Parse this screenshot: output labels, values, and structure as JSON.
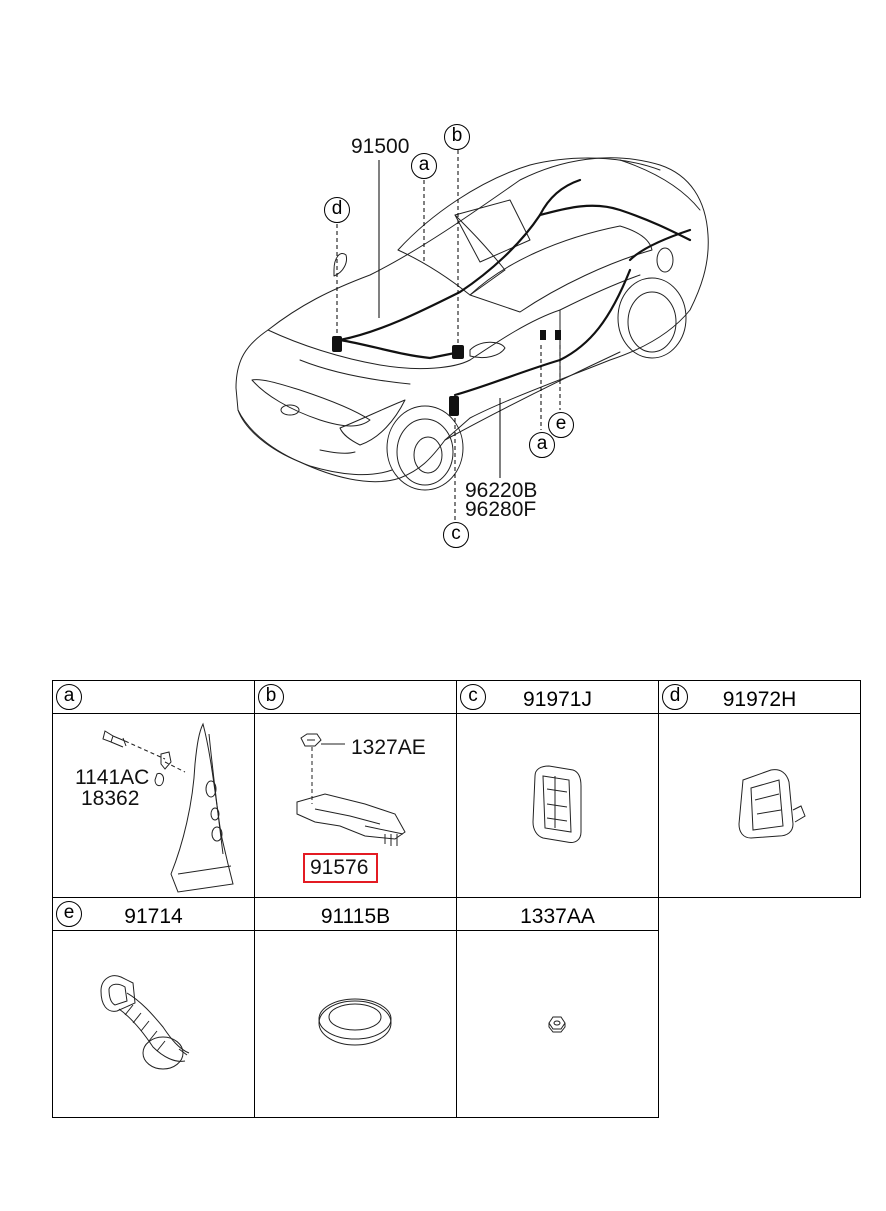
{
  "overview": {
    "top_labels": {
      "harness_main": "91500",
      "wire_b_front": "96220B",
      "wire_f_front": "96280F"
    },
    "callouts": [
      "a",
      "b",
      "c",
      "d",
      "e"
    ]
  },
  "table": {
    "cells": [
      {
        "key": "a",
        "code": "",
        "parts": [
          "1141AC",
          "18362"
        ]
      },
      {
        "key": "b",
        "code": "",
        "parts": [
          "1327AE",
          "91576"
        ]
      },
      {
        "key": "c",
        "code": "91971J",
        "parts": []
      },
      {
        "key": "d",
        "code": "91972H",
        "parts": []
      },
      {
        "key": "e",
        "code": "91714",
        "parts": []
      },
      {
        "key": "",
        "code": "91115B",
        "parts": []
      },
      {
        "key": "",
        "code": "1337AA",
        "parts": []
      }
    ],
    "highlighted_part": "91576",
    "highlight_color": "#e31b23"
  }
}
